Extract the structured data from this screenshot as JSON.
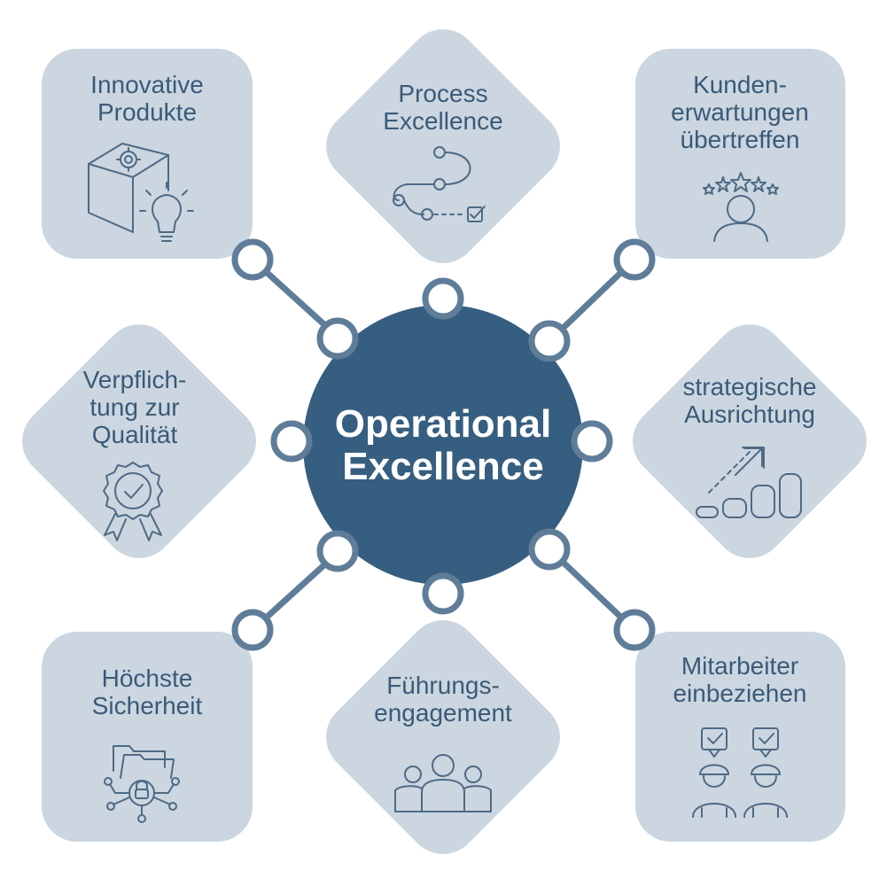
{
  "center": {
    "title": "Operational\nExcellence"
  },
  "colors": {
    "tile": "#cbd6e0",
    "center": "#365e80",
    "line": "#5f7d99",
    "text": "#3a5a78",
    "icon": "#4e6a85"
  },
  "items": [
    {
      "label": "Innovative\nProdukte",
      "icon": "cube-gear-lightbulb-icon"
    },
    {
      "label": "Process\nExcellence",
      "icon": "process-path-icon"
    },
    {
      "label": "Kunden-\nerwartungen\nübertreffen",
      "icon": "customer-rating-icon"
    },
    {
      "label": "Verpflich-\ntung zur\nQualität",
      "icon": "quality-badge-icon"
    },
    {
      "label": "strategische\nAusrichtung",
      "icon": "growth-steps-icon"
    },
    {
      "label": "Höchste\nSicherheit",
      "icon": "secure-folder-icon"
    },
    {
      "label": "Führungs-\nengagement",
      "icon": "team-icon"
    },
    {
      "label": "Mitarbeiter\neinbeziehen",
      "icon": "workers-check-icon"
    }
  ]
}
